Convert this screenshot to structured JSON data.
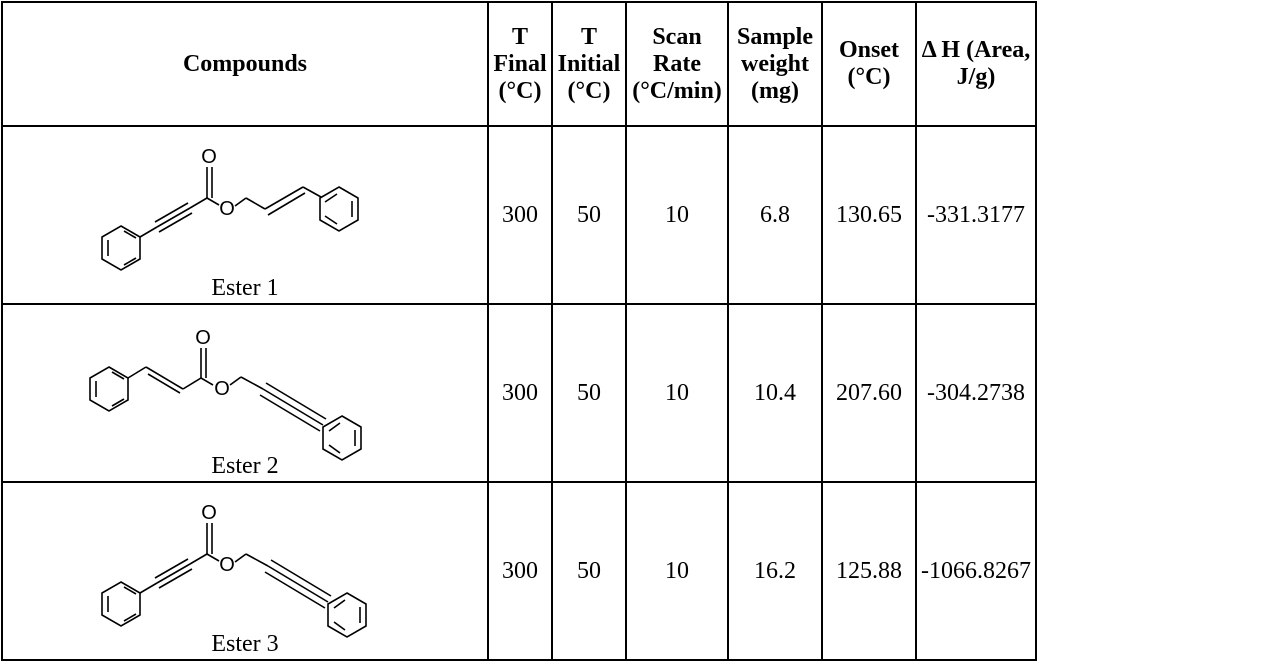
{
  "table": {
    "headers": [
      {
        "lines": [
          "Compounds"
        ]
      },
      {
        "lines": [
          "T",
          "Final",
          "(°C)"
        ]
      },
      {
        "lines": [
          "T",
          "Initial",
          "(°C)"
        ]
      },
      {
        "lines": [
          "Scan",
          "Rate",
          "(°C/min)"
        ]
      },
      {
        "lines": [
          "Sample",
          "weight",
          "(mg)"
        ]
      },
      {
        "lines": [
          "Onset",
          "(°C)"
        ]
      },
      {
        "lines": [
          "Δ H (Area,",
          "J/g)"
        ]
      }
    ],
    "rows": [
      {
        "compound": "Ester 1",
        "structure": "phenylpropiolate-cinnamyl-ester",
        "t_final": "300",
        "t_initial": "50",
        "scan_rate": "10",
        "sample_weight": "6.8",
        "onset": "130.65",
        "delta_h": "-331.3177"
      },
      {
        "compound": "Ester 2",
        "structure": "cinnamate-phenylpropargyl-ester",
        "t_final": "300",
        "t_initial": "50",
        "scan_rate": "10",
        "sample_weight": "10.4",
        "onset": "207.60",
        "delta_h": "-304.2738"
      },
      {
        "compound": "Ester 3",
        "structure": "phenylpropiolate-phenylpropargyl-ester",
        "t_final": "300",
        "t_initial": "50",
        "scan_rate": "10",
        "sample_weight": "16.2",
        "onset": "125.88",
        "delta_h": "-1066.8267"
      }
    ],
    "atom_labels": {
      "carbonyl_oxygen": "O",
      "ester_oxygen": "O"
    }
  }
}
